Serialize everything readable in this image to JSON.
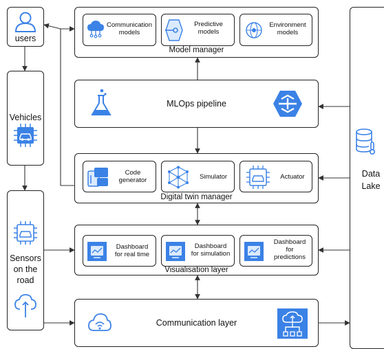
{
  "left_column": {
    "users_label": "users",
    "vehicles_label": "Vehicles",
    "sensors_label_line1": "Sensors",
    "sensors_label_line2": "on the",
    "sensors_label_line3": "road"
  },
  "model_manager": {
    "title": "Model manager",
    "items": [
      "Communication models",
      "Predictive models",
      "Environment models"
    ],
    "item_lines": [
      [
        "Communication",
        "models"
      ],
      [
        "Predictive",
        "models"
      ],
      [
        "Environment",
        "models"
      ]
    ]
  },
  "mlops": {
    "title": "MLOps pipeline"
  },
  "digital_twin": {
    "title": "Digital twin manager",
    "code_gen_line1": "Code",
    "code_gen_line2": "generator",
    "simulator": "Simulator",
    "actuator": "Actuator"
  },
  "visualisation": {
    "title": "Visualisation layer",
    "d1_line1": "Dashboard",
    "d1_line2": "for real time",
    "d2_line1": "Dashboard",
    "d2_line2": "for simulation",
    "d3_line1": "Dashboard",
    "d3_line2": "for",
    "d3_line3": "predictions"
  },
  "communication": {
    "title": "Communication layer"
  },
  "data_lake": {
    "line1": "Data",
    "line2": "Lake"
  },
  "colors": {
    "icon_blue": "#3b82e6",
    "icon_fill": "#dbeafe",
    "border": "#222222"
  },
  "icons": [
    "user-icon",
    "vehicle-chip-icon",
    "cloud-upload-icon",
    "database-icon",
    "flask-icon",
    "ai-brain-icon"
  ]
}
